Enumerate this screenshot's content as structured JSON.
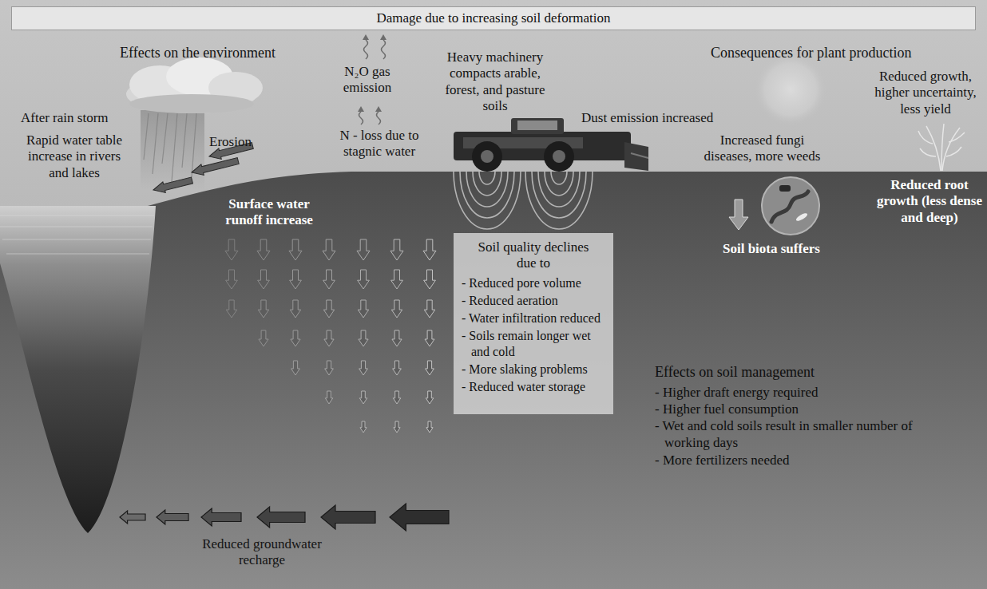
{
  "diagram": {
    "title": "Damage due to increasing soil deformation",
    "nodes": [
      {
        "text": [
          "Soil quality declines due to",
          "- Reduced pore volume",
          "- Reduced aeration",
          "- Water infiltration reduced",
          "- Soils remain longer wet and cold",
          "- More slaking problems",
          "- Reduced water storage"
        ]
      }
    ],
    "labels": [
      "Effects on the environment",
      "After rain storm",
      "Rapid water table increase in rivers and lakes",
      "Erosion",
      "N₂O gas emission",
      "N - loss due to stagnic water",
      "Heavy machinery compacts arable, forest, and pasture soils",
      "Dust emission increased",
      "Consequences for plant production",
      "Reduced growth, higher uncertainty, less yield",
      "Increased fungi diseases, more weeds",
      "Surface water runoff increase",
      "Soil biota suffers",
      "Reduced root growth (less dense and deep)",
      "Reduced groundwater recharge",
      "Effects on soil management",
      "- Higher draft energy required",
      "- Higher fuel consumption",
      "- Wet and cold soils result in smaller number of working days",
      "- More fertilizers needed"
    ]
  }
}
